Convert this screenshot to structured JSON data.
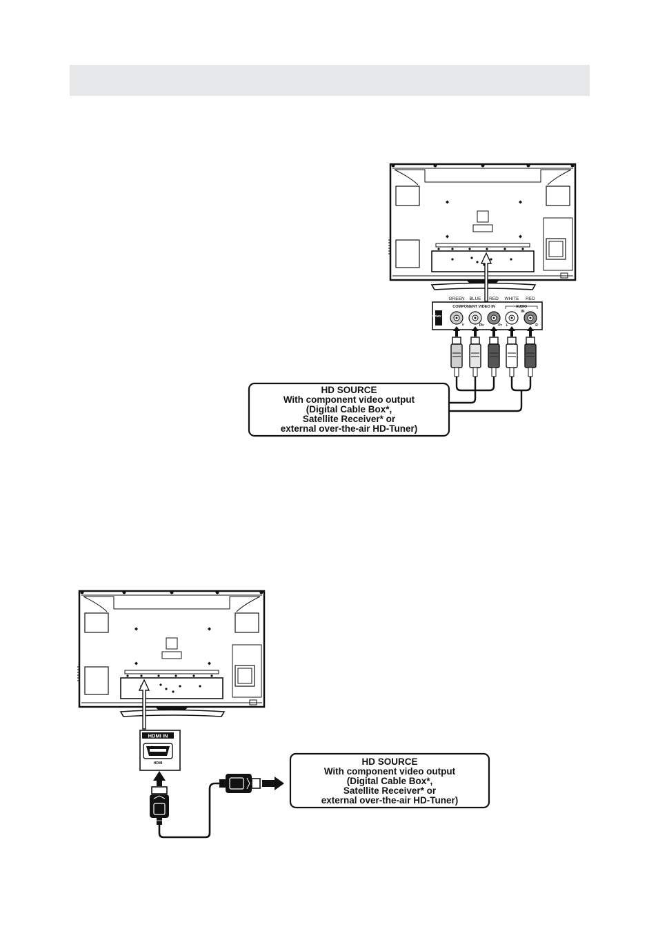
{
  "header": {
    "title": ""
  },
  "component_diagram": {
    "jack_colors": [
      "GREEN",
      "BLUE",
      "RED",
      "WHITE",
      "RED"
    ],
    "panel_side_label": "YPbPr IN",
    "panel_title": "COMPONENT VIDEO IN",
    "audio_label": "AUDIO",
    "audio_in_label": "IN",
    "jack_labels": [
      "Y",
      "Pb",
      "Pr",
      "L",
      "R"
    ],
    "source_box": {
      "lines": [
        "HD SOURCE",
        "With component video output",
        "(Digital Cable Box*,",
        "Satellite Receiver* or",
        "external over-the-air HD-Tuner)"
      ]
    }
  },
  "hdmi_diagram": {
    "port_header": "HDMI IN",
    "port_label": "HDMI",
    "source_box": {
      "lines": [
        "HD SOURCE",
        "With component video output",
        "(Digital Cable Box*,",
        "Satellite Receiver* or",
        "external over-the-air HD-Tuner)"
      ]
    }
  },
  "colors": {
    "header_band": "#e6e7e8",
    "line": "#1a1a1a"
  }
}
